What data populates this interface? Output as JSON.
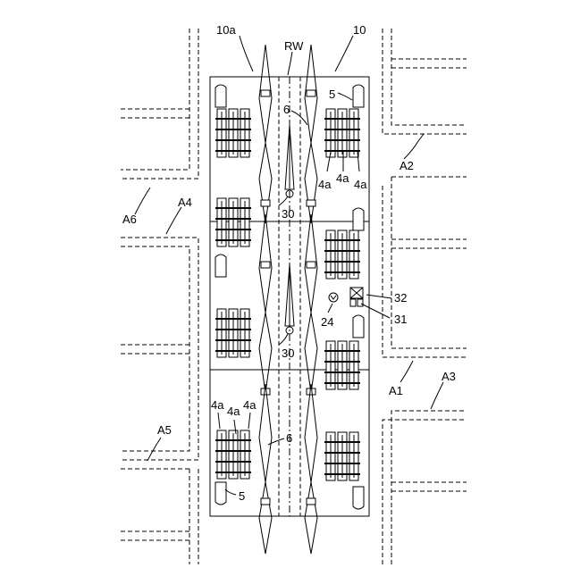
{
  "labels": {
    "deck_left": "10a",
    "deck_right": "10",
    "runway": "RW",
    "container_top_right": "5",
    "container_bottom_left": "5",
    "marker_top": "6",
    "marker_bottom": "6",
    "rack_tag_1": "4a",
    "rack_tag_2": "4a",
    "rack_tag_3": "4a",
    "rack_tag_4": "4a",
    "rack_tag_5": "4a",
    "rack_tag_6": "4a",
    "vehicle_top": "30",
    "vehicle_bottom": "30",
    "sensor": "24",
    "box_upper": "32",
    "box_lower": "31",
    "area_a1": "A1",
    "area_a2": "A2",
    "area_a3": "A3",
    "area_a4": "A4",
    "area_a5": "A5",
    "area_a6": "A6"
  }
}
